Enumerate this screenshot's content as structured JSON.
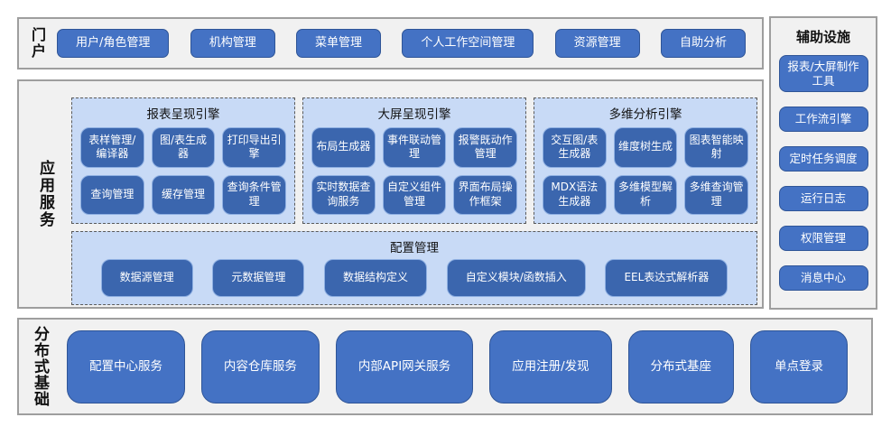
{
  "colors": {
    "button_fill": "#4472C4",
    "button_border": "#2F5597",
    "inner_button_fill": "#3B66AE",
    "inner_button_border": "#8FB0E2",
    "panel_bg": "#C8DAF6",
    "section_bg": "#F1F1F1",
    "section_border": "#9E9E9E"
  },
  "portal": {
    "label": "门户",
    "items": [
      "用户/角色管理",
      "机构管理",
      "菜单管理",
      "个人工作空间管理",
      "资源管理",
      "自助分析"
    ]
  },
  "app_services": {
    "label": "应用服务",
    "engines": [
      {
        "title": "报表呈现引擎",
        "buttons": [
          "表样管理/编译器",
          "图/表生成器",
          "打印导出引擎",
          "查询管理",
          "缓存管理",
          "查询条件管理"
        ]
      },
      {
        "title": "大屏呈现引擎",
        "buttons": [
          "布局生成器",
          "事件联动管理",
          "报警既动作管理",
          "实时数据查询服务",
          "自定义组件管理",
          "界面布局操作框架"
        ]
      },
      {
        "title": "多维分析引擎",
        "buttons": [
          "交互图/表生成器",
          "维度树生成",
          "图表智能映射",
          "MDX语法生成器",
          "多维模型解析",
          "多维查询管理"
        ]
      }
    ],
    "config": {
      "title": "配置管理",
      "items": [
        "数据源管理",
        "元数据管理",
        "数据结构定义",
        "自定义模块/函数插入",
        "EEL表达式解析器"
      ]
    }
  },
  "auxiliary": {
    "title": "辅助设施",
    "items": [
      "报表/大屏制作工具",
      "工作流引擎",
      "定时任务调度",
      "运行日志",
      "权限管理",
      "消息中心"
    ]
  },
  "foundation": {
    "label": "分布式基础",
    "items": [
      "配置中心服务",
      "内容仓库服务",
      "内部API网关服务",
      "应用注册/发现",
      "分布式基座",
      "单点登录"
    ]
  }
}
